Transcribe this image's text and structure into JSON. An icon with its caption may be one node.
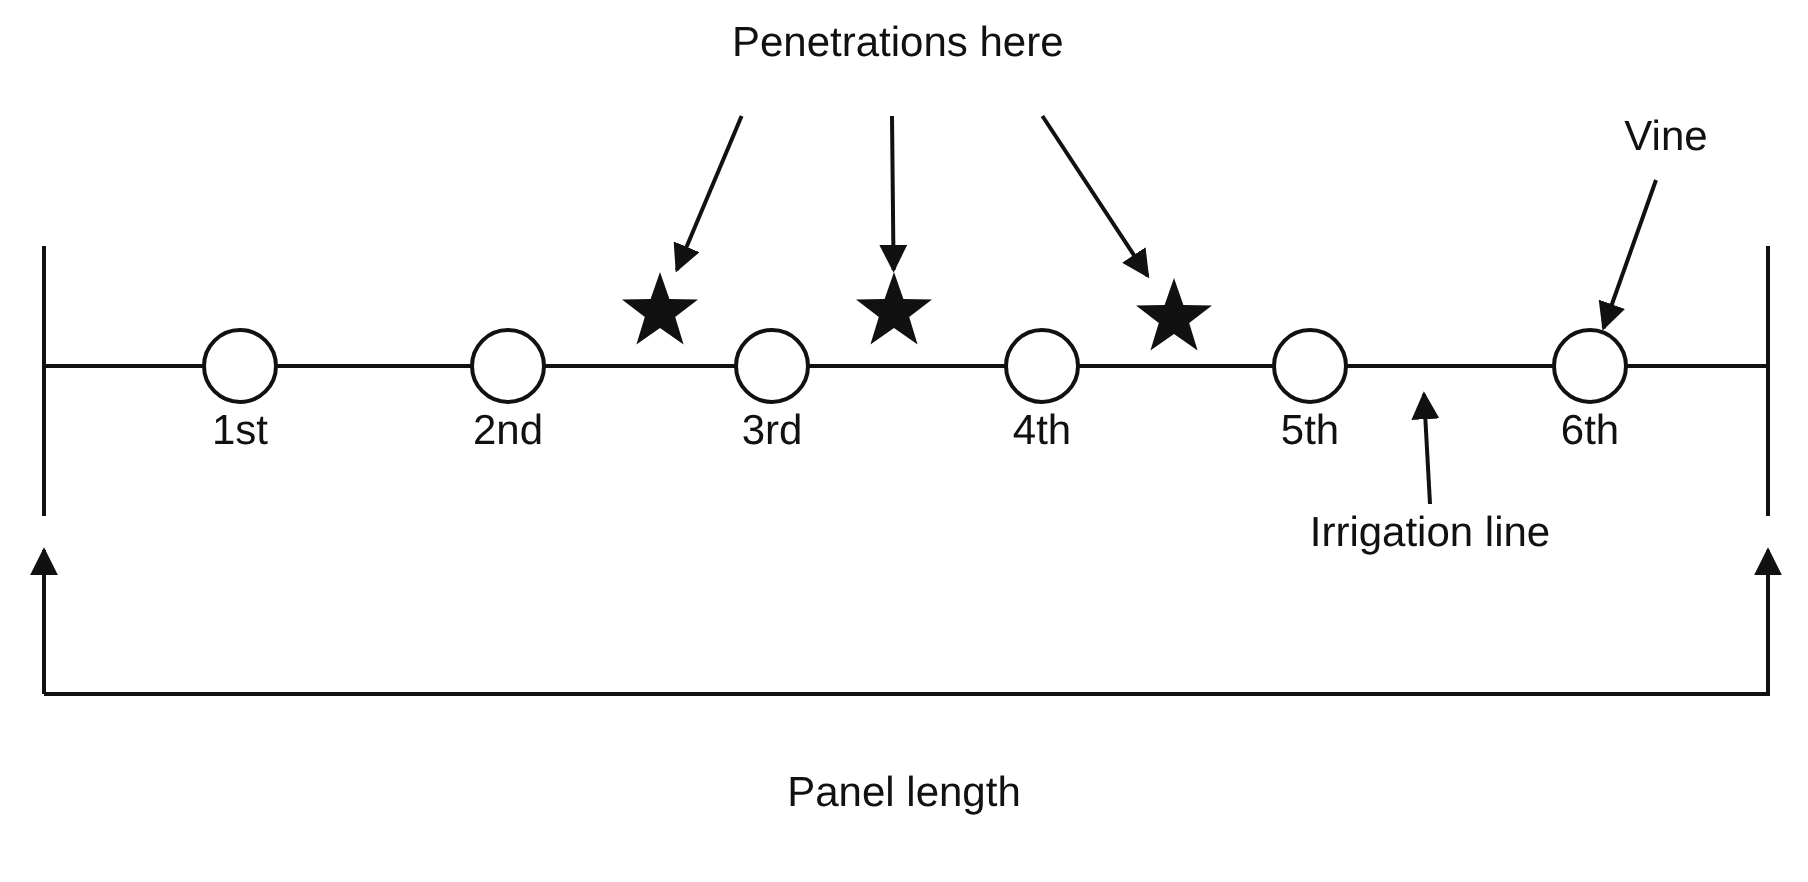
{
  "diagram": {
    "nodes": [
      {
        "text": [
          "Penetrations here"
        ]
      },
      {
        "text": [
          "Vine"
        ]
      },
      {
        "text": [],
        "shape": "star"
      },
      {
        "text": [],
        "shape": "star"
      },
      {
        "text": [],
        "shape": "star"
      },
      {
        "text": [],
        "shape": "circle",
        "beside": [
          "1st"
        ]
      },
      {
        "text": [],
        "shape": "circle",
        "beside": [
          "2nd"
        ]
      },
      {
        "text": [],
        "shape": "circle",
        "beside": [
          "3rd"
        ]
      },
      {
        "text": [],
        "shape": "circle",
        "beside": [
          "4th"
        ]
      },
      {
        "text": [],
        "shape": "circle",
        "beside": [
          "5th"
        ]
      },
      {
        "text": [],
        "shape": "circle",
        "beside": [
          "6th"
        ]
      },
      {
        "text": [
          "Irrigation line"
        ]
      }
    ],
    "edges": [
      {
        "from": 0,
        "to": 2,
        "arrow": "to"
      },
      {
        "from": 0,
        "to": 3,
        "arrow": "to"
      },
      {
        "from": 0,
        "to": 4,
        "arrow": "to"
      },
      {
        "from": 1,
        "to": 10,
        "arrow": "to"
      },
      {
        "from": 11,
        "to": null,
        "arrow": "to"
      }
    ],
    "labels": [
      "Panel length"
    ]
  }
}
